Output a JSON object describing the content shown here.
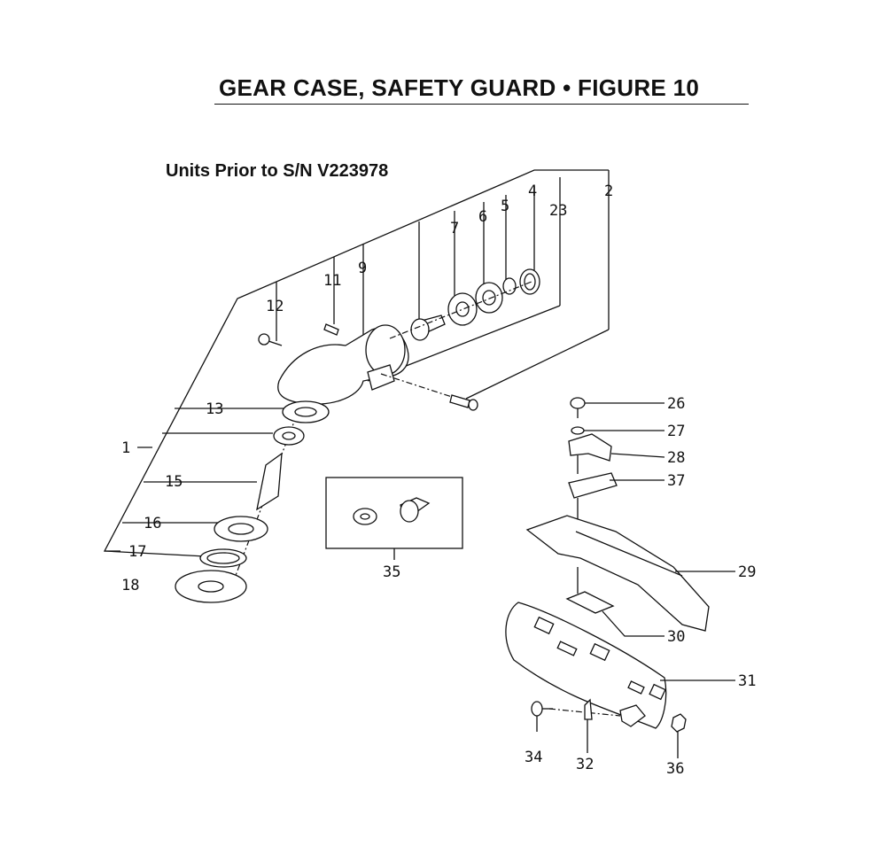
{
  "title": "GEAR CASE, SAFETY GUARD •  FIGURE 10",
  "subtitle": "Units Prior to S/N V223978",
  "callouts": {
    "c1": "1",
    "c2": "2",
    "c4": "4",
    "c5": "5",
    "c6": "6",
    "c7": "7",
    "c9": "9",
    "c11": "11",
    "c12": "12",
    "c13": "13",
    "c15": "15",
    "c16": "16",
    "c17": "17",
    "c18": "18",
    "c23": "23",
    "c26": "26",
    "c27": "27",
    "c28": "28",
    "c29": "29",
    "c30": "30",
    "c31": "31",
    "c32": "32",
    "c34": "34",
    "c35": "35",
    "c36": "36",
    "c37": "37"
  }
}
